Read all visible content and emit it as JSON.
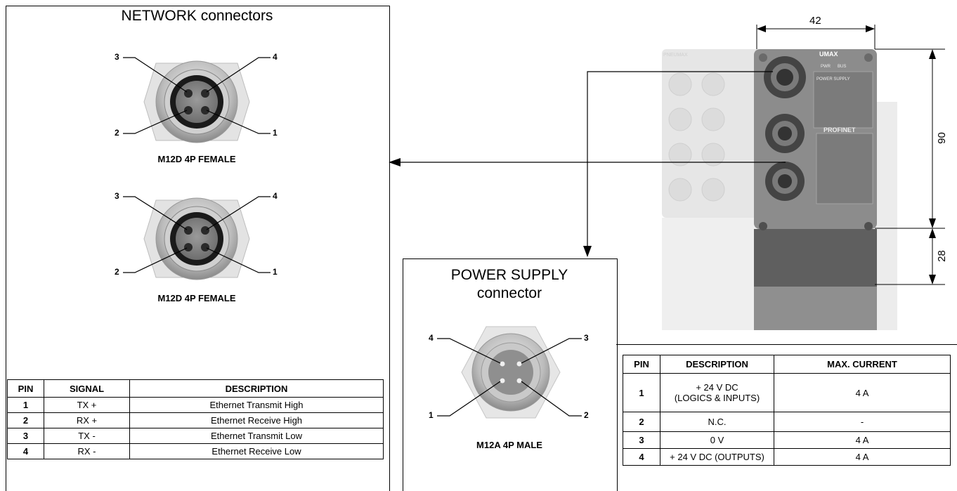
{
  "network": {
    "title": "NETWORK connectors",
    "connector_label_1": "M12D 4P FEMALE",
    "connector_label_2": "M12D 4P FEMALE",
    "pins": [
      "3",
      "4",
      "2",
      "1"
    ],
    "table": {
      "headers": [
        "PIN",
        "SIGNAL",
        "DESCRIPTION"
      ],
      "rows": [
        {
          "pin": "1",
          "signal": "TX +",
          "description": "Ethernet Transmit High"
        },
        {
          "pin": "2",
          "signal": "RX +",
          "description": "Ethernet Receive High"
        },
        {
          "pin": "3",
          "signal": "TX -",
          "description": "Ethernet Transmit Low"
        },
        {
          "pin": "4",
          "signal": "RX -",
          "description": "Ethernet Receive Low"
        }
      ]
    }
  },
  "power": {
    "title_line1": "POWER SUPPLY",
    "title_line2": "connector",
    "connector_label": "M12A 4P MALE",
    "pins": [
      "4",
      "3",
      "1",
      "2"
    ],
    "table": {
      "headers": [
        "PIN",
        "DESCRIPTION",
        "MAX. CURRENT"
      ],
      "rows": [
        {
          "pin": "1",
          "description_l1": "+ 24 V DC",
          "description_l2": "(LOGICS & INPUTS)",
          "current": "4 A"
        },
        {
          "pin": "2",
          "description": "N.C.",
          "current": "-"
        },
        {
          "pin": "3",
          "description": "0 V",
          "current": "4 A"
        },
        {
          "pin": "4",
          "description": "+ 24 V DC (OUTPUTS)",
          "current": "4 A"
        }
      ]
    }
  },
  "dimensions": {
    "width": "42",
    "height_upper": "90",
    "height_lower": "28"
  },
  "device": {
    "brand": "UMAX",
    "ghost_brand": "PNEUMAX",
    "power_supply_label": "POWER SUPPLY",
    "profinet_label": "PROFINET",
    "pwr_led": "PWR",
    "bus_led": "BUS"
  }
}
